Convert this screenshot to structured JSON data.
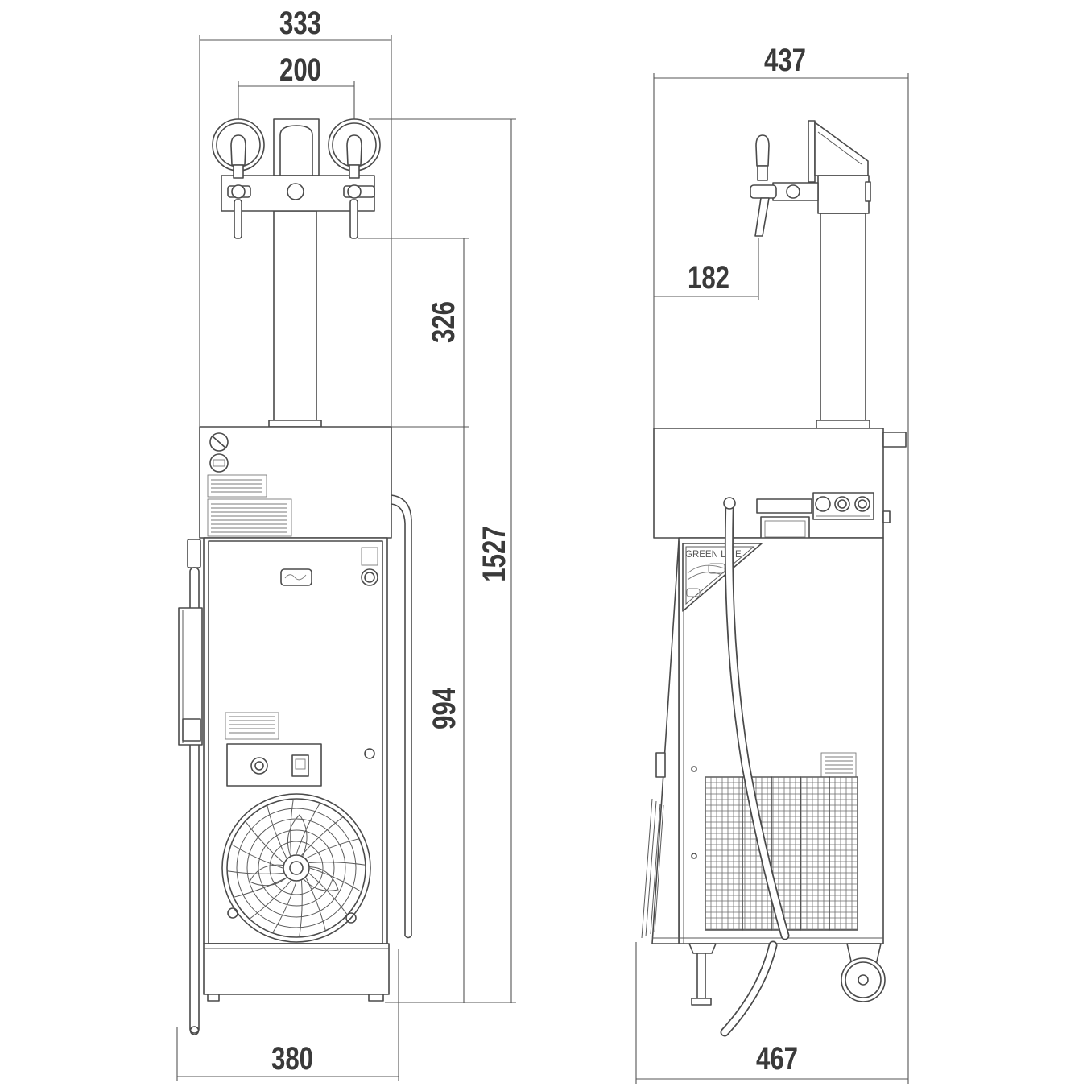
{
  "front_view": {
    "dimensions": {
      "overall_width": "333",
      "tap_spacing": "200",
      "tap_height": "326",
      "total_height": "1527",
      "cabinet_height": "994",
      "base_width": "380"
    }
  },
  "side_view": {
    "dimensions": {
      "overall_depth": "437",
      "tap_offset": "182",
      "base_depth": "467"
    },
    "badge_text": "GREEN LINE"
  }
}
